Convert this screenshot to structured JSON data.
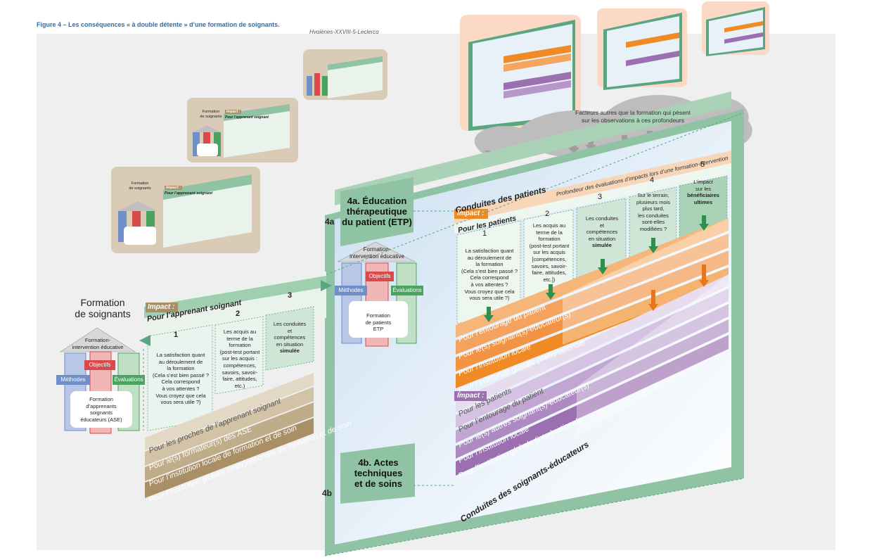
{
  "figure": {
    "title": "Figure 4 – Les conséquences « à double détente » d’une formation de soignants.",
    "credit": "Hygiènes-XXVIII-5-Leclercq"
  },
  "left": {
    "heading_line1": "Formation",
    "heading_line2": "de soignants",
    "house_title_line1": "Formation-",
    "house_title_line2": "intervention éducative",
    "methodes": "Méthodes",
    "objectifs": "Objectifs",
    "evaluations": "Évaluations",
    "learners_line1": "Formation",
    "learners_line2": "d’apprenants",
    "learners_line3": "soignants",
    "learners_line4": "éducateurs (ASE)",
    "impact": "Impact :",
    "pour_apprenant": "Pour l’apprenant soignant",
    "col1_num": "1",
    "col1_l1": "La satisfaction quant",
    "col1_l2": "au déroulement de",
    "col1_l3": "la formation",
    "col1_l4": "(Cela s’est bien passé ?",
    "col1_l5": "Cela correspond",
    "col1_l6": "à vos attentes ?",
    "col1_l7": "Vous croyez que cela",
    "col1_l8": "vous sera utile ?)",
    "col2_num": "2",
    "col2_l1": "Les acquis au",
    "col2_l2": "terme de la",
    "col2_l3": "formation",
    "col2_l4": "(post-test portant",
    "col2_l5": "sur les acquis :",
    "col2_l6": "compétences,",
    "col2_l7": "savoirs, savoir-",
    "col2_l8": "faire, attitudes,",
    "col2_l9": "etc.)",
    "col3_num": "3",
    "col3_l1": "Les conduites",
    "col3_l2": "et",
    "col3_l3": "compétences",
    "col3_l4": "en situation",
    "col3_l5": "simulée",
    "bands": [
      "Pour les proches de l’apprenant soignant",
      "Pour le(s) formateur(s) des ASE",
      "Pour l’institution locale de formation et de soin",
      "Pour l’institution globale (inter)nationale de formation et de soin"
    ]
  },
  "etp": {
    "label_4a": "4a",
    "label_4b": "4b",
    "title_l1": "4a. Éducation",
    "title_l2": "thérapeutique",
    "title_l3": "du patient (ETP)",
    "house_title_line1": "Formation-",
    "house_title_line2": "intervention éducative",
    "methodes": "Méthodes",
    "objectifs": "Objectifs",
    "evaluations": "Évaluations",
    "patients_l1": "Formation",
    "patients_l2": "de patients",
    "patients_l3": "ETP",
    "actes_l1": "4b. Actes",
    "actes_l2": "techniques",
    "actes_l3": "et de soins",
    "conduites_patients": "Conduites des patients",
    "conduites_soignants": "Conduites des soignants-éducateurs",
    "profondeur": "Profondeur des évaluations d’impacts lors d’une formation-intervention",
    "impact": "Impact :",
    "pour_patients": "Pour les patients",
    "c1_num": "1",
    "c1_l1": "La satisfaction quant",
    "c1_l2": "au déroulement de",
    "c1_l3": "la formation",
    "c1_l4": "(Cela s’est bien passé ?",
    "c1_l5": "Cela correspond",
    "c1_l6": "à vos attentes ?",
    "c1_l7": "Vous croyez que cela",
    "c1_l8": "vous sera utile ?)",
    "c2_num": "2",
    "c2_l1": "Les acquis au",
    "c2_l2": "terme de la",
    "c2_l3": "formation",
    "c2_l4": "(post-test portant",
    "c2_l5": "sur les acquis",
    "c2_l6": "[compétences,",
    "c2_l7": "savoirs, savoir-",
    "c2_l8": "faire, attitudes,",
    "c2_l9": "etc.])",
    "c3_num": "3",
    "c3_l1": "Les conduites",
    "c3_l2": "et",
    "c3_l3": "compétences",
    "c3_l4": "en situation",
    "c3_l5": "simulée",
    "c4_num": "4",
    "c4_l1": "Sur le terrain,",
    "c4_l2": "plusieurs mois",
    "c4_l3": "plus tard,",
    "c4_l4": "les conduites",
    "c4_l5": "sont-elles",
    "c4_l6": "modifiées ?",
    "c5_num": "5",
    "c5_l1": "L’impact",
    "c5_l2": "sur les",
    "c5_l3": "bénéficiaires",
    "c5_l4": "ultimes",
    "orange_bands": [
      "Pour l’entourage du patient",
      "Pour le(s) soignant(s)-éducateur(s)",
      "Pour l’institution locale",
      "Pour l’institution globale (inter)nationale"
    ],
    "impact2": "Impact :",
    "purple_bands": [
      "Pour les patients",
      "Pour l’entourage du patient",
      "Pour le(s) autres soignant(s)-éducateur(s)",
      "Pour l’institution locale",
      "Pour l’institution globale (inter)nationale"
    ]
  },
  "cloud": {
    "line1": "Facteurs autres que la formation qui pèsent",
    "line2": "sur les observations à ces profondeurs"
  },
  "thumbs": {
    "t1_title_l1": "Formation",
    "t1_title_l2": "de soignants",
    "t1_impact": "Impact :",
    "t1_pour": "Pour l’apprenant soignant",
    "t2_title_l1": "Formation",
    "t2_title_l2": "de soignants",
    "t2_impact": "Impact :",
    "t2_pour": "Pour l’apprenant soignant"
  },
  "colors": {
    "green_dark": "#4a9a74",
    "green_light": "#cfe6d6",
    "tan": "#a88f65",
    "orange": "#f08a24",
    "purple": "#9b6fb0",
    "blue_title": "#2a6db0"
  }
}
